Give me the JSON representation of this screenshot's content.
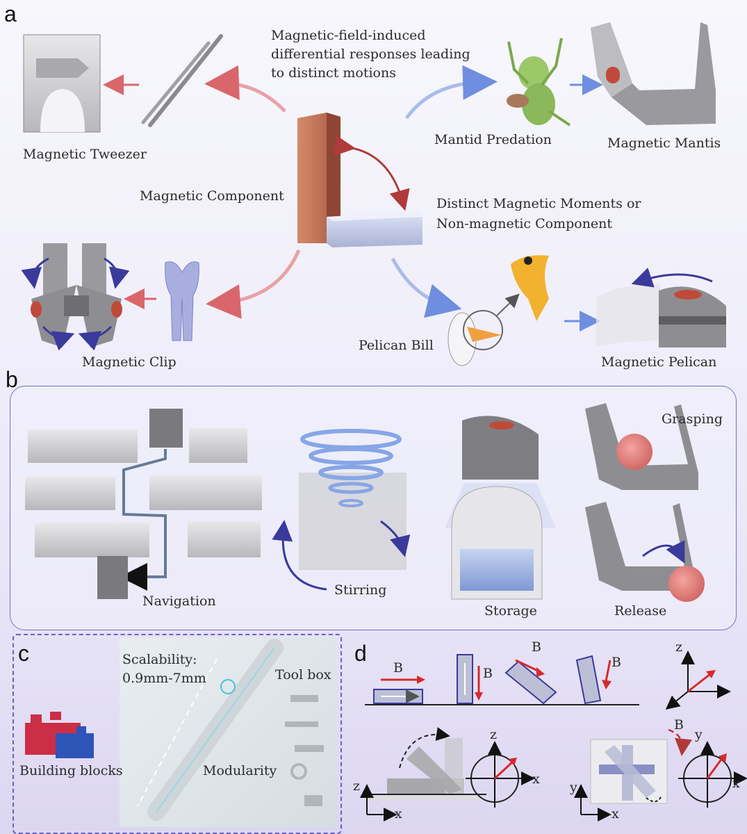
{
  "panels": {
    "a": "a",
    "b": "b",
    "c": "c",
    "d": "d"
  },
  "panel_a": {
    "description": "Magnetic-field-induced differential responses leading to distinct motions",
    "magnetic_component": "Magnetic Component",
    "distinct_moments": "Distinct Magnetic Moments or Non-magnetic Component",
    "tweezer": "Magnetic Tweezer",
    "mantid": "Mantid Predation",
    "mantis": "Magnetic Mantis",
    "clip": "Magnetic Clip",
    "pelican_bill": "Pelican Bill",
    "pelican": "Magnetic Pelican"
  },
  "panel_b": {
    "navigation": "Navigation",
    "stirring": "Stirring",
    "storage": "Storage",
    "grasping": "Grasping",
    "release": "Release"
  },
  "panel_c": {
    "scalability": "Scalability:",
    "range": "0.9mm-7mm",
    "toolbox": "Tool box",
    "modularity": "Modularity",
    "blocks": "Building blocks"
  },
  "panel_d": {
    "b": "B",
    "x": "x",
    "y": "y",
    "z": "z"
  },
  "colors": {
    "red_arrow": "#d9666b",
    "blue_arrow": "#6f8ee0",
    "dark_red": "#b03a3a",
    "navy": "#3a3a9c",
    "magnet_red": "#c26a4f",
    "grey": "#8e8e92"
  }
}
